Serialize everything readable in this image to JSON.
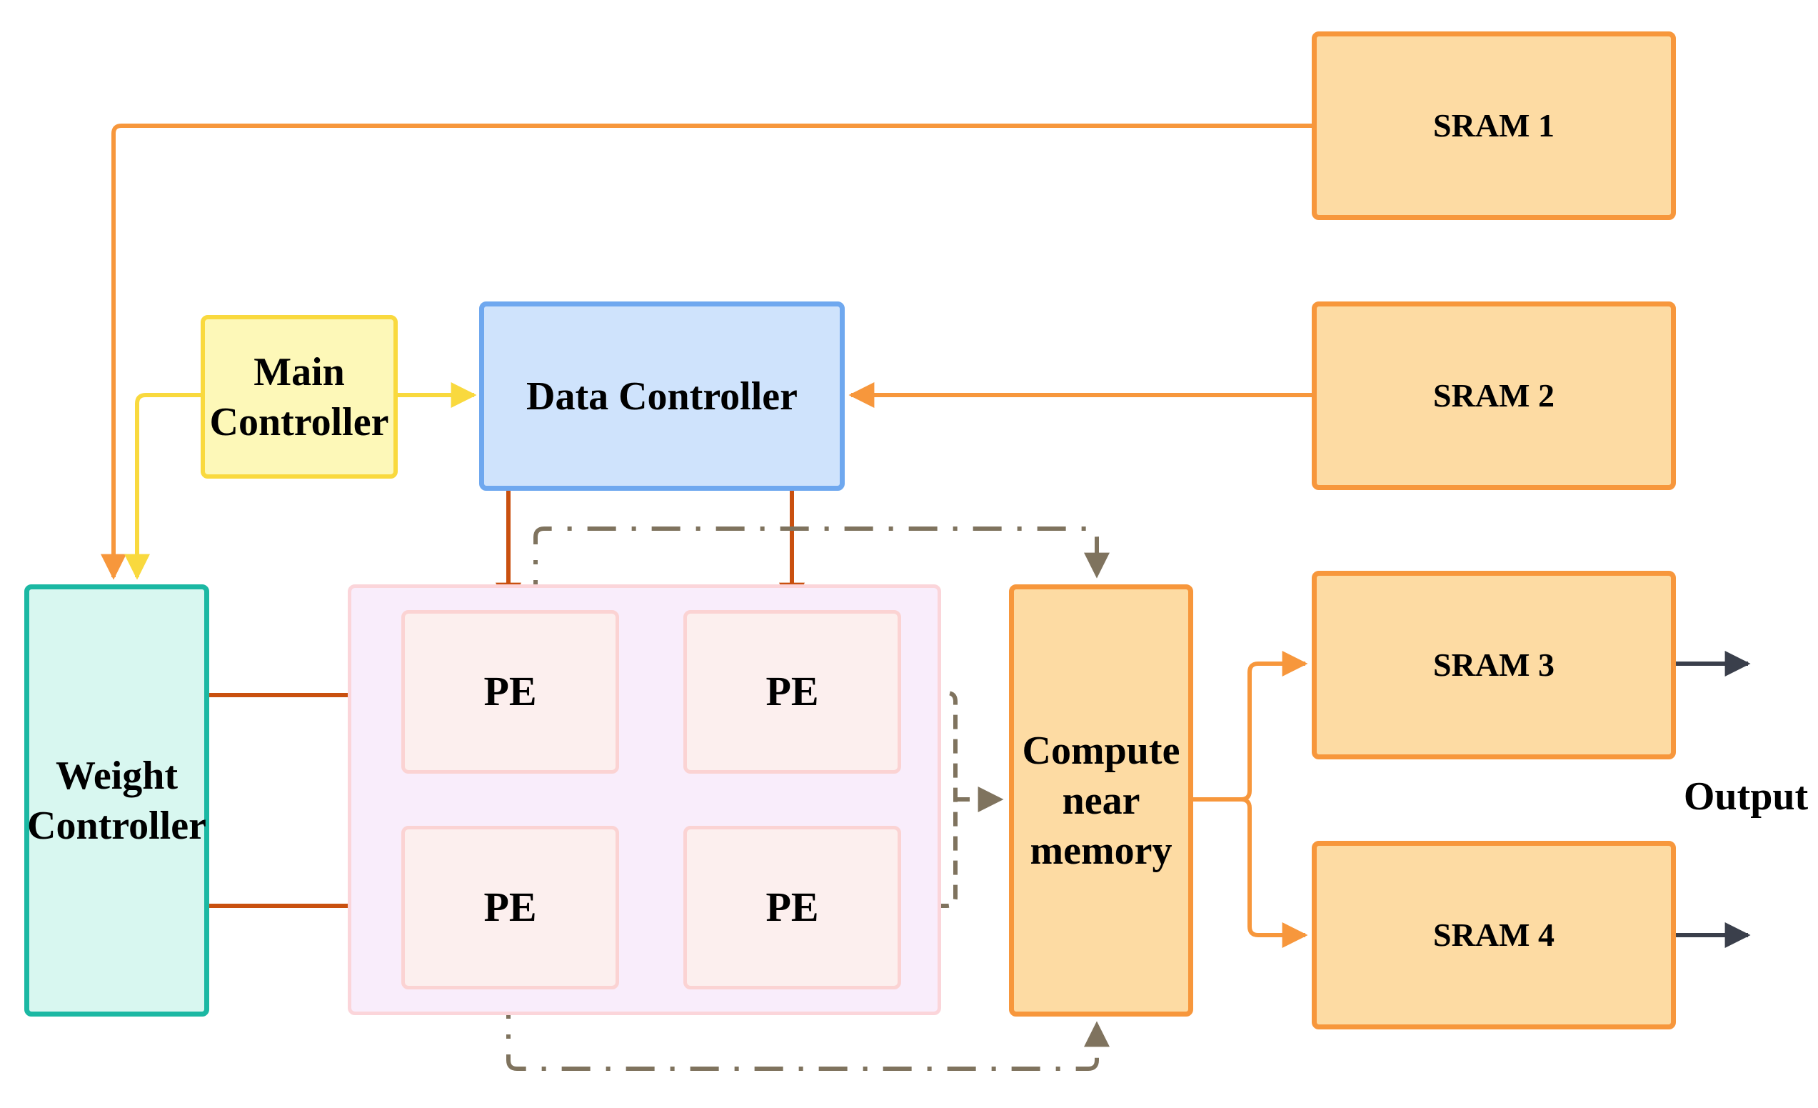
{
  "diagram": {
    "type": "block-diagram",
    "blocks": {
      "main_controller": [
        "Main",
        "Controller"
      ],
      "data_controller": "Data Controller",
      "weight_controller": [
        "Weight",
        "Controller"
      ],
      "pe_labels": [
        "PE",
        "PE",
        "PE",
        "PE"
      ],
      "compute_near_memory": [
        "Compute",
        "near",
        "memory"
      ],
      "sram": [
        "SRAM 1",
        "SRAM 2",
        "SRAM 3",
        "SRAM 4"
      ],
      "output": "Output"
    },
    "colors": {
      "sram_fill": "#fddba3",
      "sram_border": "#f7973c",
      "main_controller_fill": "#fdf8b8",
      "main_controller_border": "#f9d93e",
      "data_controller_fill": "#cfe3fc",
      "data_controller_border": "#6fa8ef",
      "weight_controller_fill": "#d8f7f0",
      "weight_controller_border": "#1bb8a3",
      "pe_array_fill": "#f9edfb",
      "pe_fill": "#fcefee",
      "pe_border": "#fbd3d3",
      "data_flow_arrow": "#c9500f",
      "memory_flow_arrow": "#f7973c",
      "control_flow_arrow": "#f9d93e",
      "result_flow_arrow": "#7f735e",
      "output_arrow": "#3a3f4b"
    }
  }
}
